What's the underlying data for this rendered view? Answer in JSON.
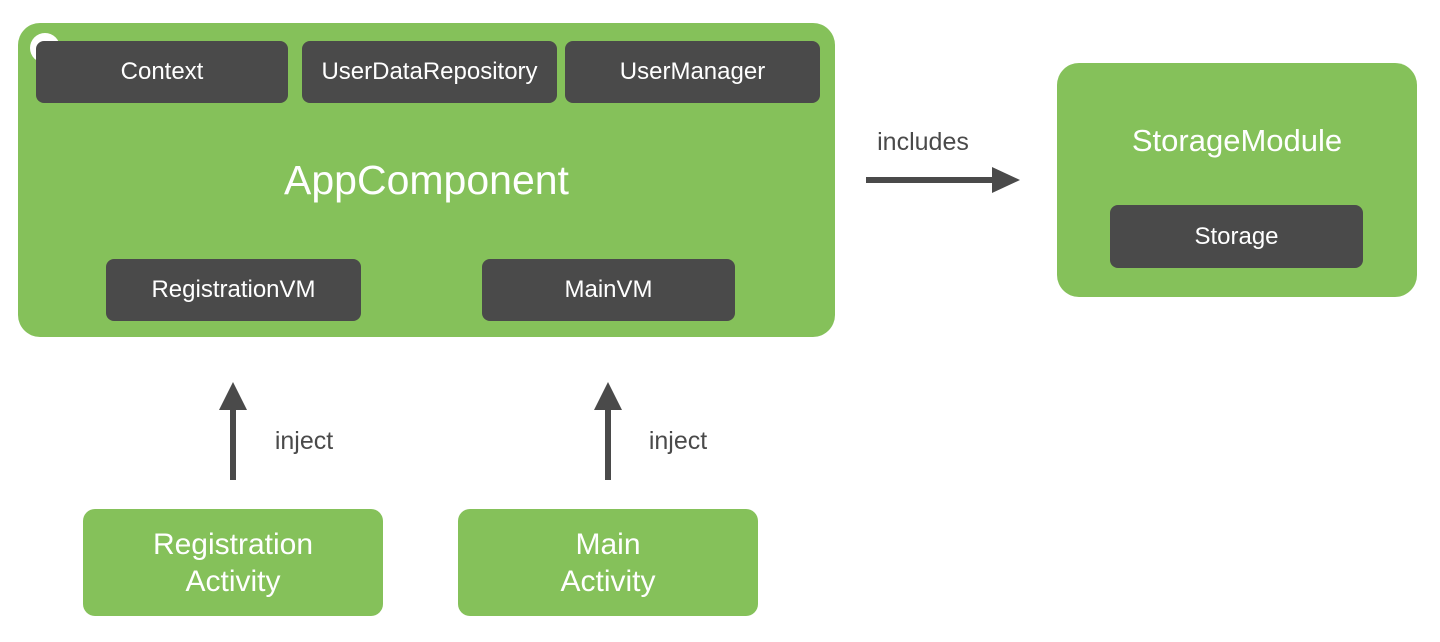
{
  "colors": {
    "node_green": "#85C15A",
    "chip_dark": "#4A4A4A",
    "node_text": "#FFFFFF",
    "edge_text": "#4A4A4A",
    "background": "#FFFFFF"
  },
  "app_component": {
    "title": "AppComponent",
    "provided": [
      {
        "label": "Context"
      },
      {
        "label": "UserDataRepository"
      },
      {
        "label": "UserManager"
      }
    ],
    "view_models": [
      {
        "label": "RegistrationVM"
      },
      {
        "label": "MainVM"
      }
    ]
  },
  "storage_module": {
    "title": "StorageModule",
    "provided": [
      {
        "label": "Storage"
      }
    ]
  },
  "edges": {
    "includes": "includes",
    "inject_registration": "inject",
    "inject_main": "inject"
  },
  "activities": [
    {
      "line1": "Registration",
      "line2": "Activity"
    },
    {
      "line1": "Main",
      "line2": "Activity"
    }
  ]
}
